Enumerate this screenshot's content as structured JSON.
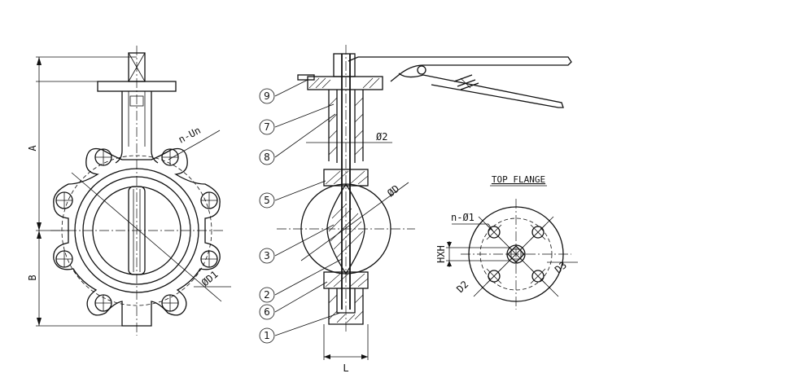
{
  "front_view": {
    "dim_a": "A",
    "dim_b": "B",
    "bolt_holes": "n-Un",
    "bolt_circle": "ØD1"
  },
  "section_view": {
    "stem_dia": "Ø2",
    "disc_dia": "ØD",
    "face_length": "L",
    "part_numbers": [
      "9",
      "7",
      "8",
      "5",
      "3",
      "2",
      "6",
      "1"
    ]
  },
  "top_flange": {
    "title": "TOP FLANGE",
    "hole_spec": "n-Ø1",
    "square_drive": "HXH",
    "pcd": "D2",
    "outer": "D3"
  }
}
